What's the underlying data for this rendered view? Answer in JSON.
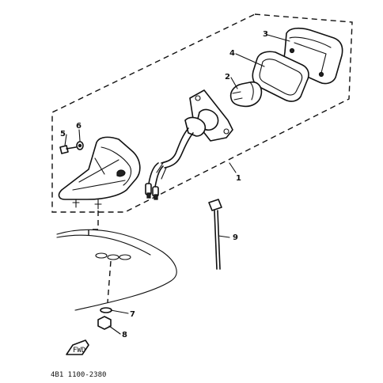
{
  "diagram": {
    "part_number": "4B1 1100-2380",
    "fwd_label": "FWD",
    "callouts": [
      "1",
      "2",
      "3",
      "4",
      "5",
      "6",
      "7",
      "8",
      "9"
    ]
  }
}
